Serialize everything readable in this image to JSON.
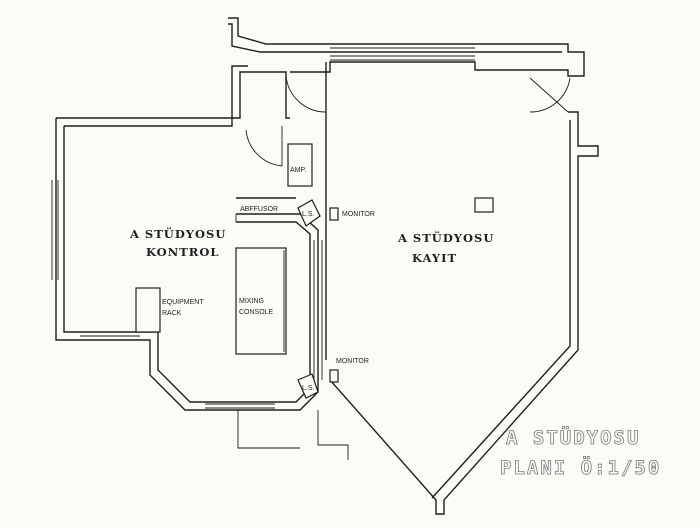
{
  "plan": {
    "rooms": {
      "control": {
        "line1": "A STÜDYOSU",
        "line2": "KONTROL"
      },
      "recording": {
        "line1": "A STÜDYOSU",
        "line2": "KAYIT"
      }
    },
    "labels": {
      "amp": "AMP.",
      "diffusor": "ABFFUSOR",
      "ls_top": "L.S.",
      "ls_bottom": "L.S.",
      "monitor_top": "MONITOR",
      "monitor_bottom": "MONITOR",
      "equipment_line1": "EQUIPMENT",
      "equipment_line2": "RACK",
      "mixing_line1": "MIXING",
      "mixing_line2": "CONSOLE"
    },
    "title": {
      "line1": "A STÜDYOSU",
      "line2": "PLANI Ö:1/50"
    }
  }
}
